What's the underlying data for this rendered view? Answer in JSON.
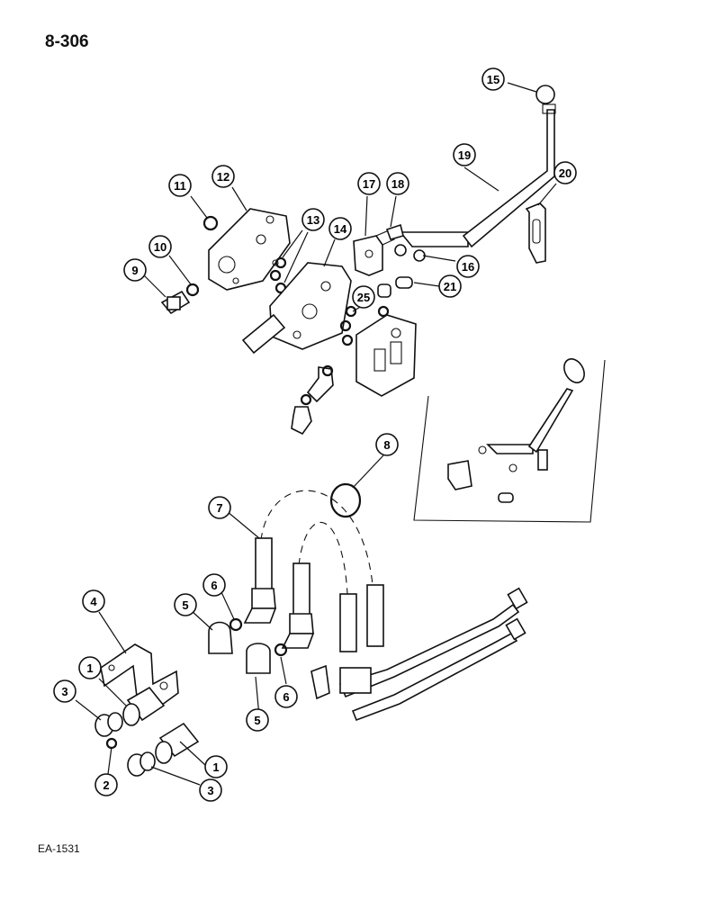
{
  "page": {
    "number": "8-306",
    "figure_code": "EA-1531"
  },
  "callouts": [
    {
      "id": "c1a",
      "label": "1"
    },
    {
      "id": "c1b",
      "label": "1"
    },
    {
      "id": "c2",
      "label": "2"
    },
    {
      "id": "c3a",
      "label": "3"
    },
    {
      "id": "c3b",
      "label": "3"
    },
    {
      "id": "c4",
      "label": "4"
    },
    {
      "id": "c5a",
      "label": "5"
    },
    {
      "id": "c5b",
      "label": "5"
    },
    {
      "id": "c6a",
      "label": "6"
    },
    {
      "id": "c6b",
      "label": "6"
    },
    {
      "id": "c7",
      "label": "7"
    },
    {
      "id": "c8",
      "label": "8"
    },
    {
      "id": "c9",
      "label": "9"
    },
    {
      "id": "c10",
      "label": "10"
    },
    {
      "id": "c11",
      "label": "11"
    },
    {
      "id": "c12",
      "label": "12"
    },
    {
      "id": "c13",
      "label": "13"
    },
    {
      "id": "c14",
      "label": "14"
    },
    {
      "id": "c15",
      "label": "15"
    },
    {
      "id": "c16",
      "label": "16"
    },
    {
      "id": "c17",
      "label": "17"
    },
    {
      "id": "c18",
      "label": "18"
    },
    {
      "id": "c19",
      "label": "19"
    },
    {
      "id": "c20",
      "label": "20"
    },
    {
      "id": "c21",
      "label": "21"
    },
    {
      "id": "c25",
      "label": "25"
    }
  ]
}
